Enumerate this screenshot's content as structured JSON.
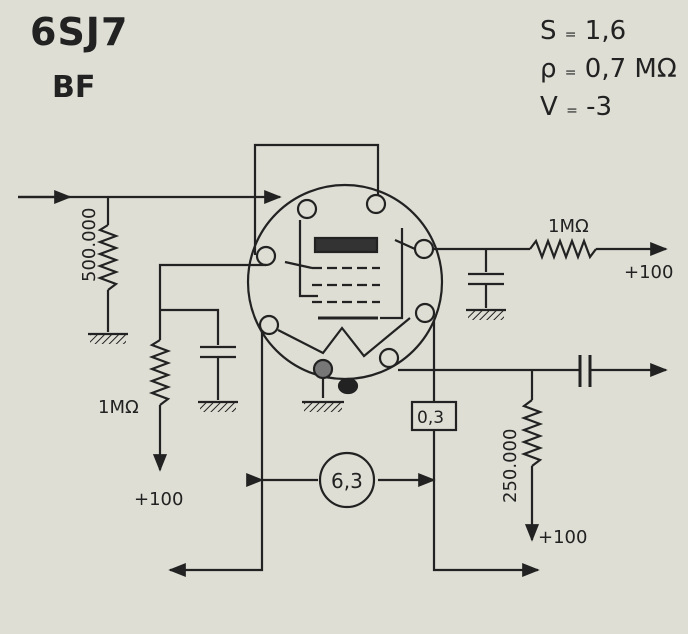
{
  "header": {
    "tube_type": "6SJ7",
    "use": "BF"
  },
  "parameters": [
    {
      "symbol": "S",
      "sep": "=",
      "value": "1,6"
    },
    {
      "symbol": "ρ",
      "sep": "=",
      "value": "0,7 MΩ"
    },
    {
      "symbol": "V",
      "sep": "=",
      "value": "-3"
    }
  ],
  "components": {
    "grid_leak": "500.000",
    "screen_resistor": "1MΩ",
    "screen_supply": "+100",
    "plate_resistor": "1MΩ",
    "plate_supply": "+100",
    "output_resistor": "250.000",
    "output_supply": "+100",
    "heater_current": "0,3",
    "heater_voltage": "6,3"
  }
}
